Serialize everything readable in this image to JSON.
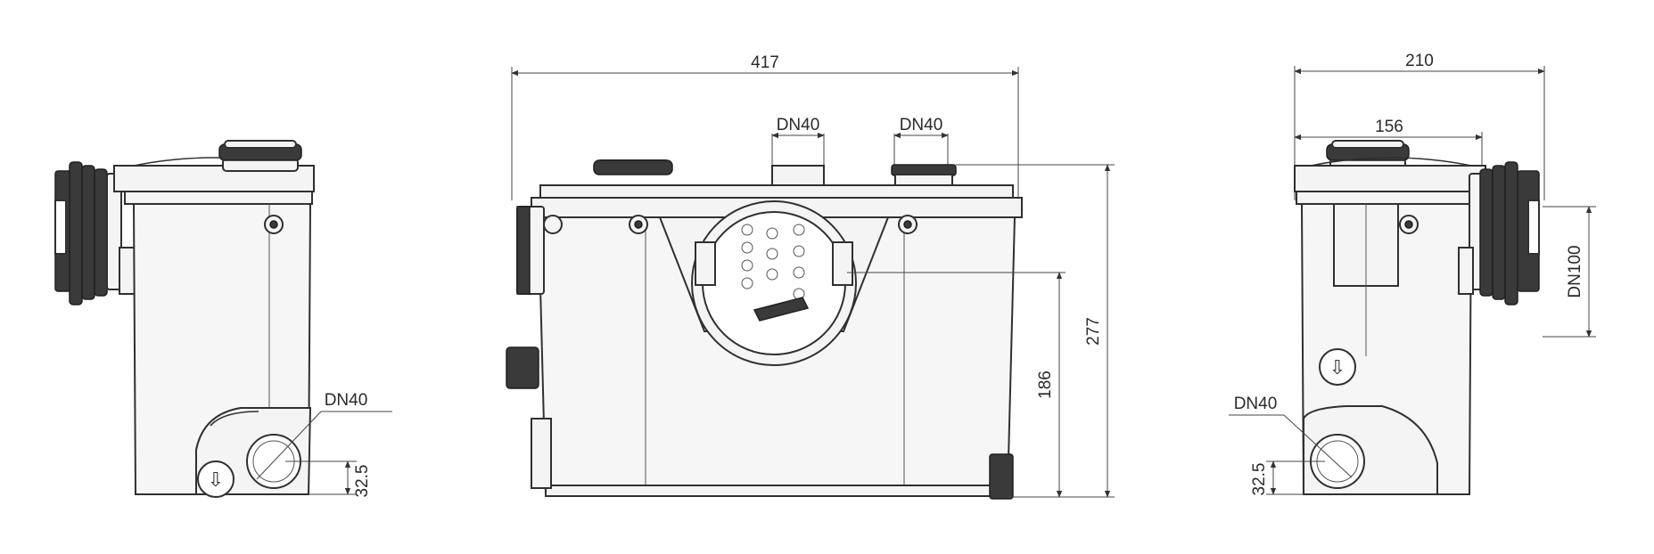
{
  "dimensions": {
    "front_width": "417",
    "front_height_total": "277",
    "front_height_inlet": "186",
    "front_top_port_left": "DN40",
    "front_top_port_right": "DN40",
    "left_side_port": "DN40",
    "left_side_offset": "32.5",
    "right_width": "210",
    "right_inner_width": "156",
    "right_side_inlet": "DN100",
    "right_side_port": "DN40",
    "right_side_offset": "32.5"
  }
}
